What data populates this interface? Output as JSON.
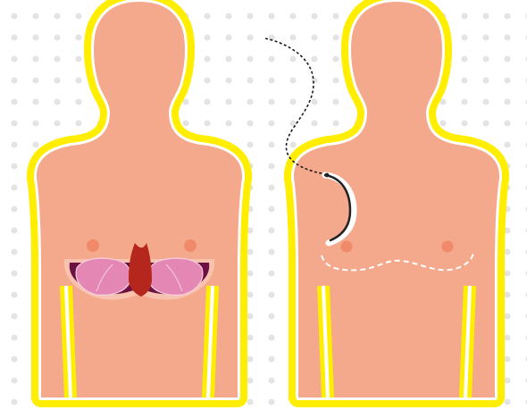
{
  "illustration": {
    "panels": [
      {
        "id": "before",
        "figure": "torso-with-open-chest-incision"
      },
      {
        "id": "after",
        "figure": "torso-with-closed-incision-and-suture"
      }
    ],
    "colors": {
      "background": "#ffffff",
      "background_dots": "#e3e3e3",
      "outline_glow": "#ffee00",
      "outline_inner": "#ffffff",
      "skin": "#f5a98c",
      "nipple": "#f08a6a",
      "incision_rim": "#f8c3ae",
      "wound_cavity": "#6b1040",
      "muscle_pink": "#e487b5",
      "sternum_red": "#b5261c",
      "suture_line": "#ffffff",
      "suture_thread": "#1a1a1a",
      "needle_dark": "#222222",
      "needle_highlight": "#ffffff"
    },
    "icons": [
      "surgical-needle-icon",
      "suture-thread-icon",
      "incision-stitch-line-icon"
    ]
  }
}
